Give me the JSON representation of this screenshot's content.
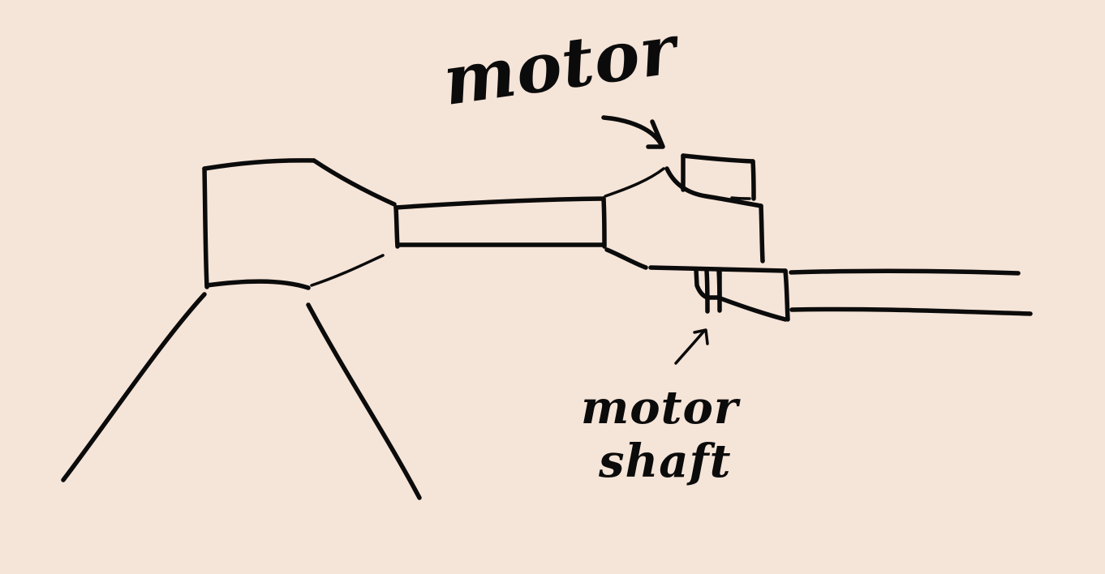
{
  "colors": {
    "background": "#f5e4d8",
    "ink": "#0b0b0b"
  },
  "labels": {
    "motor": "motor",
    "motor_shaft": [
      "motor",
      "shaft"
    ]
  }
}
